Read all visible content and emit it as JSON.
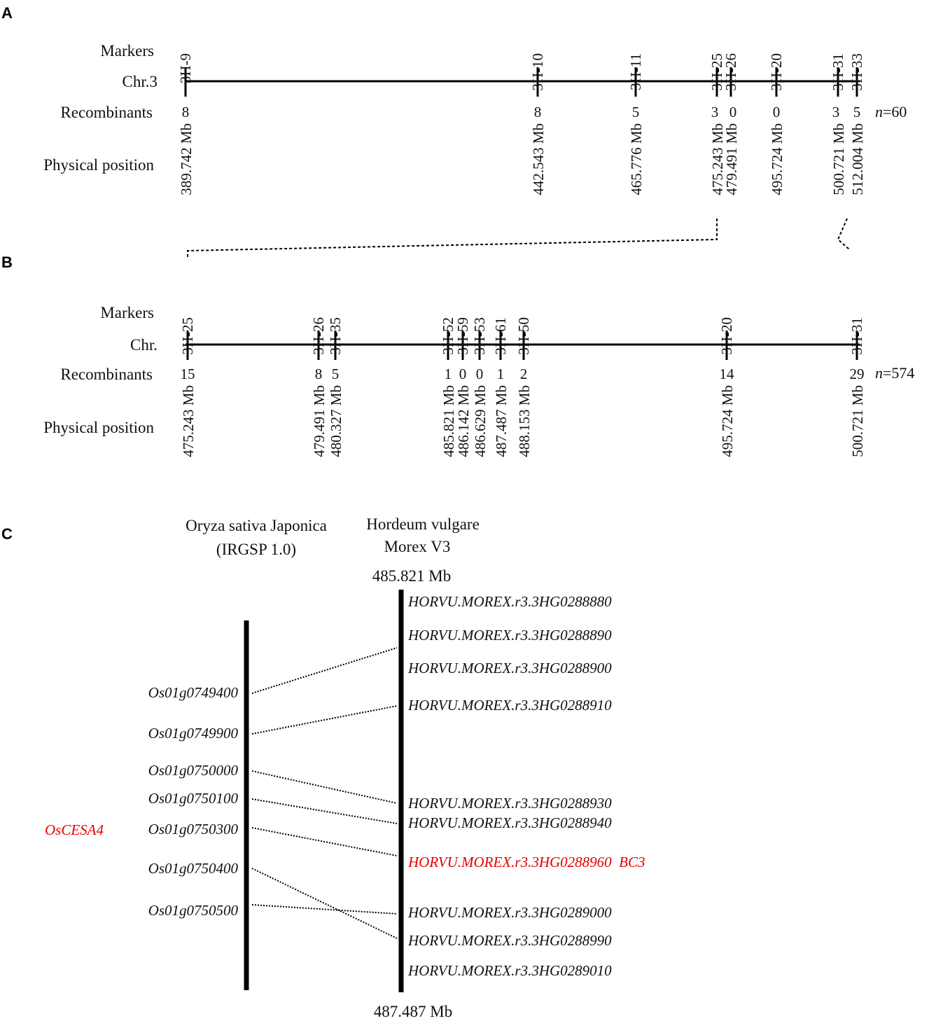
{
  "panels": {
    "A": {
      "letter": "A",
      "row_labels": {
        "markers": "Markers",
        "chromosome": "Chr.3",
        "recombinants": "Recombinants",
        "physical": "Physical position"
      },
      "n_label": "=60",
      "n_symbol": "n",
      "markers": [
        {
          "name": "3H-9",
          "recombinants": "8",
          "position": "389.742  Mb"
        },
        {
          "name": "3H-10",
          "recombinants": "8",
          "position": "442.543  Mb"
        },
        {
          "name": "3H-11",
          "recombinants": "5",
          "position": "465.776 Mb"
        },
        {
          "name": "3H-25",
          "recombinants": "3",
          "position": "475.243  Mb"
        },
        {
          "name": "3H-26",
          "recombinants": "0",
          "position": "479.491  Mb"
        },
        {
          "name": "3H-20",
          "recombinants": "0",
          "position": "495.724 Mb"
        },
        {
          "name": "3H-31",
          "recombinants": "3",
          "position": "500.721  Mb"
        },
        {
          "name": "3H-33",
          "recombinants": "5",
          "position": "512.004  Mb"
        }
      ]
    },
    "B": {
      "letter": "B",
      "row_labels": {
        "markers": "Markers",
        "chromosome": "Chr.",
        "recombinants": "Recombinants",
        "physical": "Physical position"
      },
      "n_label": "=574",
      "n_symbol": "n",
      "markers": [
        {
          "name": "3H-25",
          "recombinants": "15",
          "position": "475.243 Mb"
        },
        {
          "name": "3H-26",
          "recombinants": "8",
          "position": "479.491 Mb"
        },
        {
          "name": "3H-35",
          "recombinants": "5",
          "position": "480.327 Mb"
        },
        {
          "name": "3H-52",
          "recombinants": "1",
          "position": "485.821 Mb"
        },
        {
          "name": "3H-59",
          "recombinants": "0",
          "position": "486.142 Mb"
        },
        {
          "name": "3H-53",
          "recombinants": "0",
          "position": "486.629 Mb"
        },
        {
          "name": "3H-61",
          "recombinants": "1",
          "position": "487.487 Mb"
        },
        {
          "name": "3H-50",
          "recombinants": "2",
          "position": "488.153 Mb"
        },
        {
          "name": "3H-20",
          "recombinants": "14",
          "position": "495.724 Mb"
        },
        {
          "name": "3H-31",
          "recombinants": "29",
          "position": "500.721  Mb"
        }
      ]
    },
    "C": {
      "letter": "C",
      "rice_title_line1": "Oryza sativa Japonica",
      "rice_title_line2": "(IRGSP 1.0)",
      "barley_title_line1": "Hordeum vulgare",
      "barley_title_line2": "Morex V3",
      "top_position": "485.821 Mb",
      "bottom_position": "487.487 Mb",
      "rice_genes": [
        "Os01g0749400",
        "Os01g0749900",
        "Os01g0750000",
        "Os01g0750100",
        "Os01g0750300",
        "Os01g0750400",
        "Os01g0750500"
      ],
      "rice_highlight": "OsCESA4",
      "barley_genes": [
        "HORVU.MOREX.r3.3HG0288880",
        "HORVU.MOREX.r3.3HG0288890",
        "HORVU.MOREX.r3.3HG0288900",
        "HORVU.MOREX.r3.3HG0288910",
        "HORVU.MOREX.r3.3HG0288930",
        "HORVU.MOREX.r3.3HG0288940",
        "HORVU.MOREX.r3.3HG0288960  BC3",
        "HORVU.MOREX.r3.3HG0289000",
        "HORVU.MOREX.r3.3HG0288990",
        "HORVU.MOREX.r3.3HG0289010"
      ],
      "highlight_color": "#e60000"
    }
  }
}
